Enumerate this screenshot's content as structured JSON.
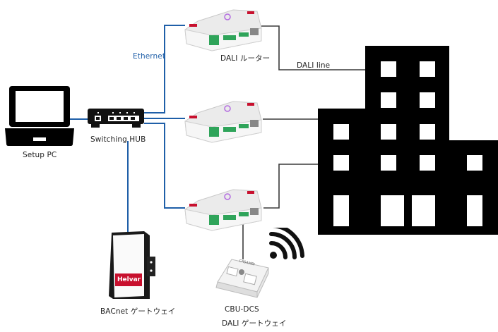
{
  "diagram": {
    "nodes": {
      "setup_pc": {
        "label": "Setup PC",
        "icon": "laptop-icon"
      },
      "switching_hub": {
        "label": "Switching HUB",
        "icon": "network-switch-icon"
      },
      "dali_router_1": {
        "label": "DALI ルーター",
        "icon": "din-rail-router-icon"
      },
      "dali_router_2": {
        "label": "",
        "icon": "din-rail-router-icon"
      },
      "dali_router_3": {
        "label": "",
        "icon": "din-rail-router-icon"
      },
      "bacnet_gateway": {
        "label": "BACnet ゲートウェイ",
        "brand": "Helvar",
        "icon": "gateway-device-icon"
      },
      "cbu_dcs": {
        "label_line1": "CBU-DCS",
        "label_line2": "DALI ゲートウェイ",
        "brand": "CASAMBI",
        "icon": "casambi-module-icon"
      },
      "building": {
        "label": "",
        "icon": "building-icon"
      },
      "wireless": {
        "icon": "wifi-icon"
      }
    },
    "edges": {
      "ethernet_label": "Ethernet",
      "dali_line_label": "DALI line"
    },
    "colors": {
      "ethernet": "#1f5fa8",
      "dali_line": "#3a3a3a",
      "helvar_red": "#c8102e",
      "terminal_green": "#2fa45a",
      "building": "#000000"
    }
  }
}
